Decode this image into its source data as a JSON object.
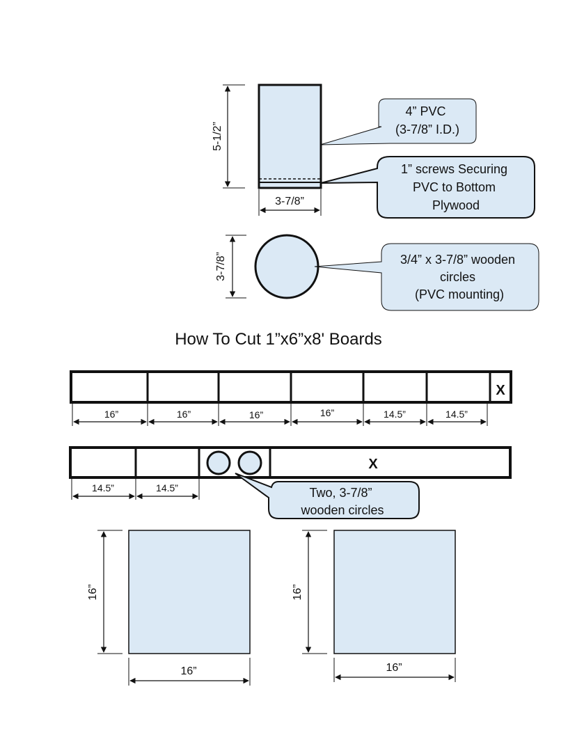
{
  "title": "How To Cut 1”x6”x8' Boards",
  "pvc_diagram": {
    "height_label": "5-1/2”",
    "width_label": "3-7/8”",
    "callout_pvc": [
      "4” PVC",
      "(3-7/8” I.D.)"
    ],
    "callout_screws": [
      "1” screws Securing",
      "PVC to Bottom",
      "Plywood"
    ]
  },
  "circle_diagram": {
    "height_label": "3-7/8”",
    "callout": [
      "3/4” x 3-7/8” wooden",
      "circles",
      "(PVC mounting)"
    ]
  },
  "board1": {
    "labels": [
      "16”",
      "16”",
      "16”",
      "16”",
      "14.5”",
      "14.5”"
    ],
    "waste": "X"
  },
  "board2": {
    "labels": [
      "14.5”",
      "14.5”"
    ],
    "waste": "X",
    "callout": [
      "Two, 3-7/8”",
      "wooden circles"
    ]
  },
  "squares": [
    {
      "side_label": "16”",
      "bottom_label": "16”"
    },
    {
      "side_label": "16”",
      "bottom_label": "16”"
    }
  ],
  "colors": {
    "fill": "#dbe9f5",
    "stroke": "#111111"
  }
}
